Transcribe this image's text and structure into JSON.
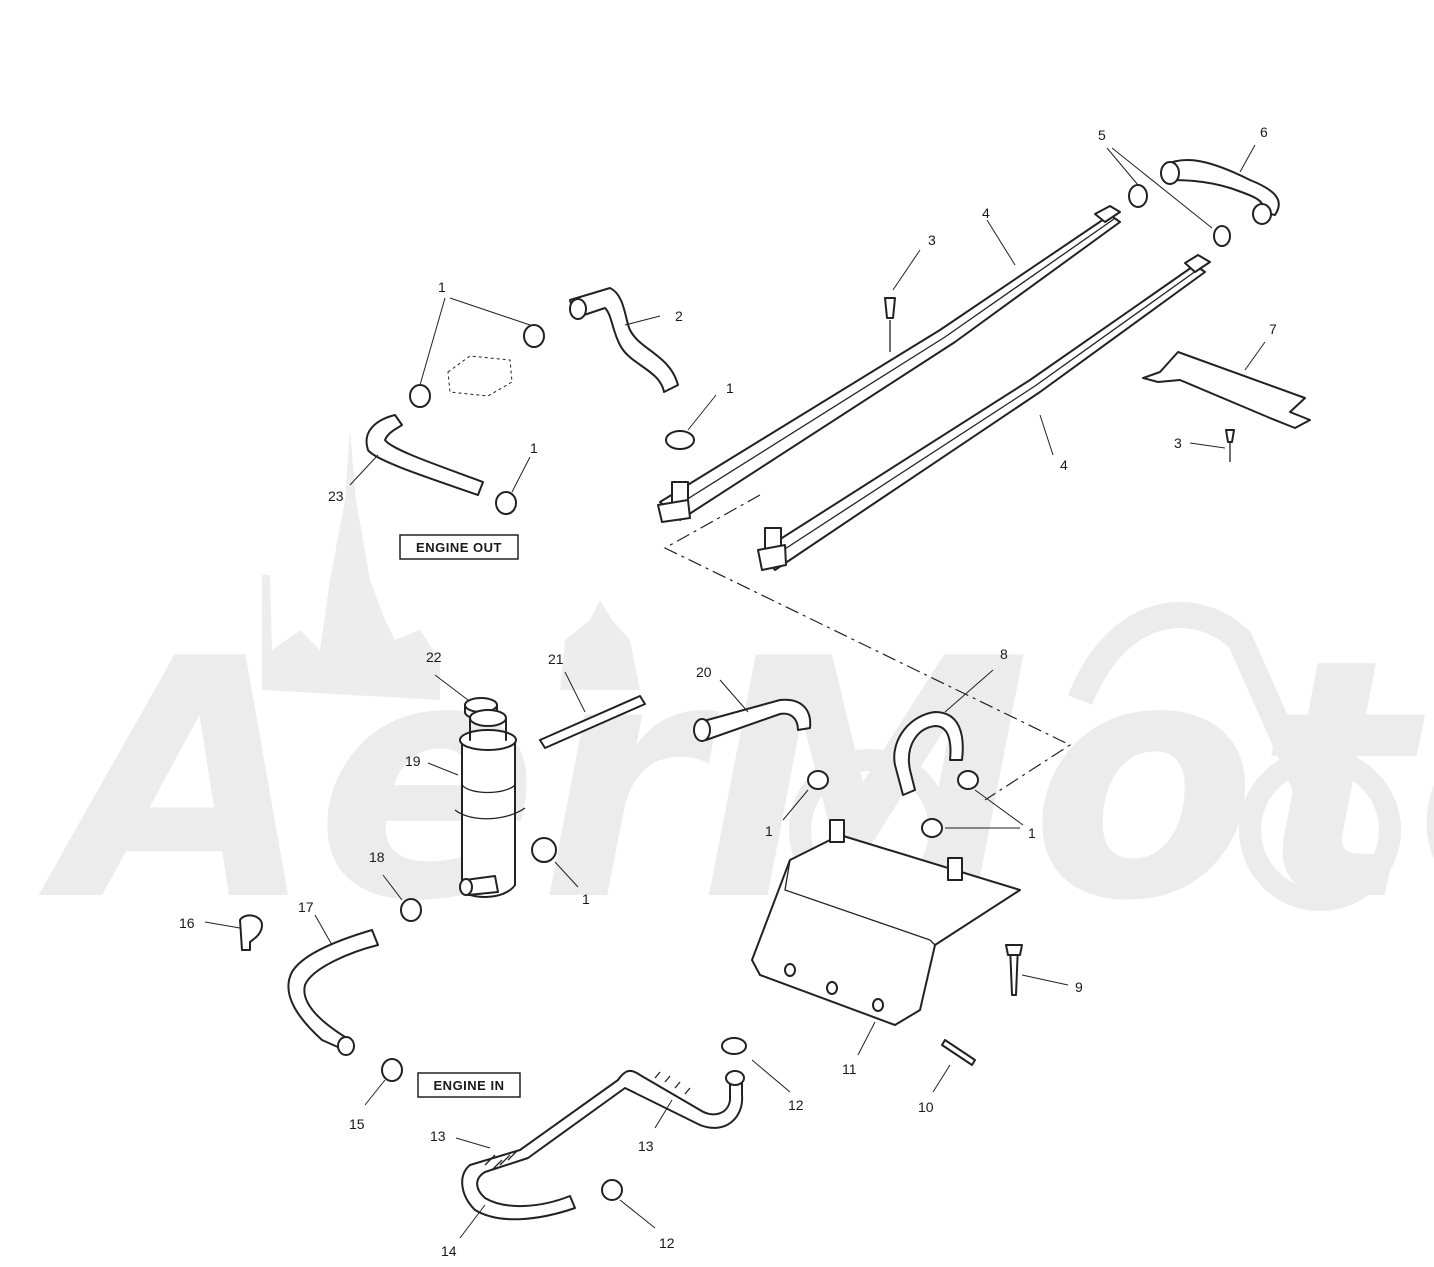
{
  "watermark": {
    "text": "AerMoto"
  },
  "labels": {
    "engine_out": "ENGINE OUT",
    "engine_in": "ENGINE IN"
  },
  "callouts": [
    {
      "id": "c1a",
      "text": "1"
    },
    {
      "id": "c1b",
      "text": "1"
    },
    {
      "id": "c1c",
      "text": "1"
    },
    {
      "id": "c1d",
      "text": "1"
    },
    {
      "id": "c1e",
      "text": "1"
    },
    {
      "id": "c1f",
      "text": "1"
    },
    {
      "id": "c2",
      "text": "2"
    },
    {
      "id": "c3a",
      "text": "3"
    },
    {
      "id": "c3b",
      "text": "3"
    },
    {
      "id": "c4a",
      "text": "4"
    },
    {
      "id": "c4b",
      "text": "4"
    },
    {
      "id": "c5",
      "text": "5"
    },
    {
      "id": "c6",
      "text": "6"
    },
    {
      "id": "c7",
      "text": "7"
    },
    {
      "id": "c8",
      "text": "8"
    },
    {
      "id": "c9",
      "text": "9"
    },
    {
      "id": "c10",
      "text": "10"
    },
    {
      "id": "c11",
      "text": "11"
    },
    {
      "id": "c12a",
      "text": "12"
    },
    {
      "id": "c12b",
      "text": "12"
    },
    {
      "id": "c13a",
      "text": "13"
    },
    {
      "id": "c13b",
      "text": "13"
    },
    {
      "id": "c14",
      "text": "14"
    },
    {
      "id": "c15",
      "text": "15"
    },
    {
      "id": "c16",
      "text": "16"
    },
    {
      "id": "c17",
      "text": "17"
    },
    {
      "id": "c18",
      "text": "18"
    },
    {
      "id": "c19",
      "text": "19"
    },
    {
      "id": "c20",
      "text": "20"
    },
    {
      "id": "c21",
      "text": "21"
    },
    {
      "id": "c22",
      "text": "22"
    },
    {
      "id": "c23",
      "text": "23"
    }
  ]
}
